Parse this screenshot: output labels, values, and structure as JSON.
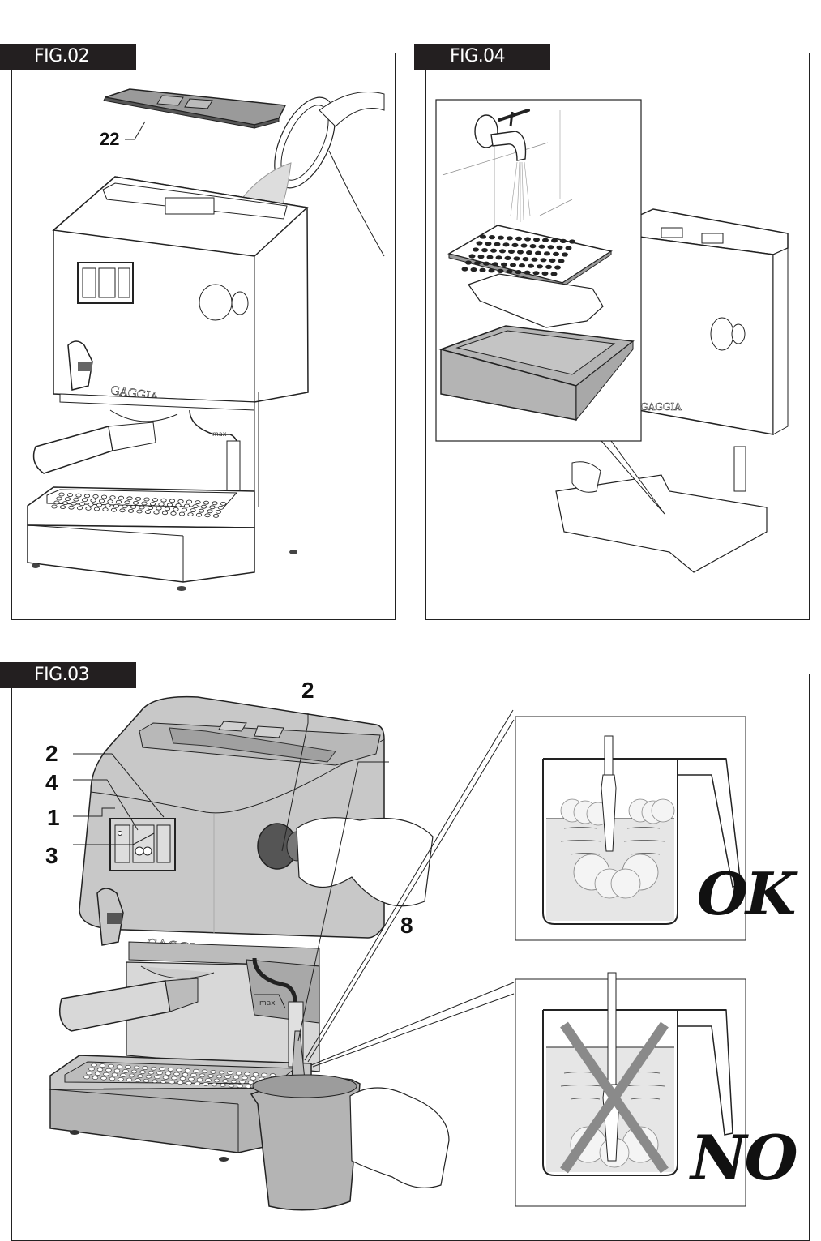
{
  "figures": [
    {
      "id": "fig02",
      "label": "FIG.02",
      "callouts": [
        "22"
      ],
      "parts": [
        "water-tank-lid",
        "espresso-machine",
        "water-jug",
        "brand-logo"
      ],
      "brand": "GAGGIA"
    },
    {
      "id": "fig04",
      "label": "FIG.04",
      "callouts": [],
      "parts": [
        "water-tap",
        "drip-tray-grille",
        "drip-tray-float",
        "drip-tray",
        "espresso-machine"
      ],
      "brand": "GAGGIA"
    },
    {
      "id": "fig03",
      "label": "FIG.03",
      "callouts": [
        "2",
        "2",
        "4",
        "1",
        "3",
        "8"
      ],
      "brand": "GAGGIA",
      "spout_label": "max",
      "insets": [
        {
          "id": "correct",
          "verdict": "OK",
          "description": "steam wand positioned just below milk surface, froth forming"
        },
        {
          "id": "incorrect",
          "verdict": "NO",
          "description": "steam wand immersed too deep, crossed out"
        }
      ]
    }
  ],
  "labels": {
    "fig02_title": "FIG.02",
    "fig04_title": "FIG.04",
    "fig03_title": "FIG.03",
    "callout_22": "22",
    "callout_2_top": "2",
    "callout_2_left": "2",
    "callout_4": "4",
    "callout_1": "1",
    "callout_3": "3",
    "callout_8": "8",
    "ok": "OK",
    "no": "NO",
    "brand": "GAGGIA",
    "max": "max"
  },
  "colors": {
    "tab_bg": "#231f20",
    "machine_fill": "#c8c8c8",
    "tray_fill": "#b4b4b4",
    "liquid_fill": "#e6e6e6",
    "cross": "#8a8a8a"
  }
}
